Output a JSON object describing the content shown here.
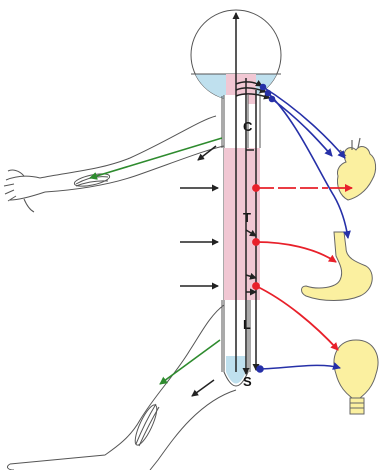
{
  "segments": {
    "cervical": "C",
    "thoracic": "T",
    "lumbar": "L",
    "sacral": "S"
  },
  "colors": {
    "sympathetic": "#e8202a",
    "parasympathetic": "#2630a8",
    "somatic": "#2e8b2e",
    "pathways": "#222222",
    "thoracic_region": "#f1c7d3",
    "csf_region": "#bfe0ee",
    "organs": "#fbf0a0"
  },
  "icons": [
    "skull",
    "arm",
    "leg",
    "heart",
    "stomach",
    "bladder"
  ]
}
